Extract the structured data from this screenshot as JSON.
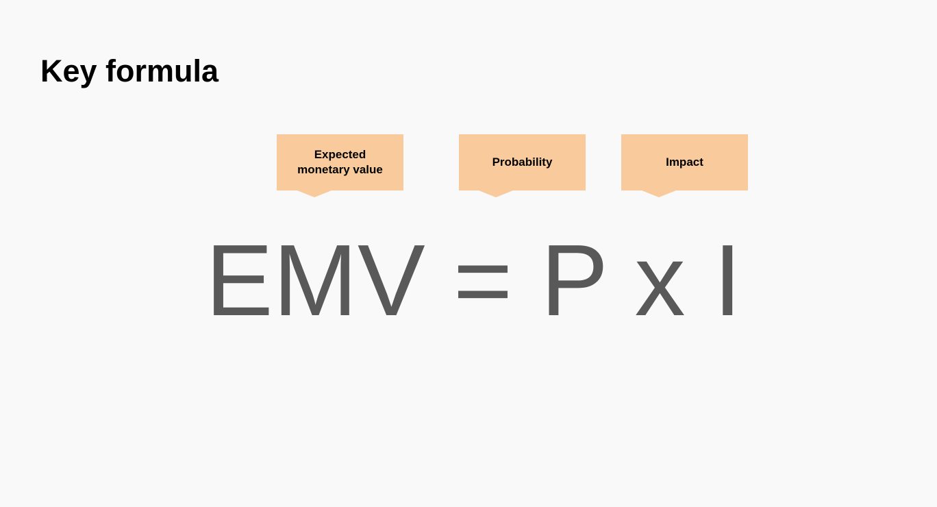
{
  "slide": {
    "title": "Key formula",
    "formula": "EMV = P x I",
    "callouts": [
      {
        "label": "Expected\nmonetary value"
      },
      {
        "label": "Probability"
      },
      {
        "label": "Impact"
      }
    ]
  },
  "colors": {
    "background": "#f9f9f9",
    "callout_fill": "#f9cb9c",
    "formula_text": "#595959",
    "title_text": "#000000"
  }
}
